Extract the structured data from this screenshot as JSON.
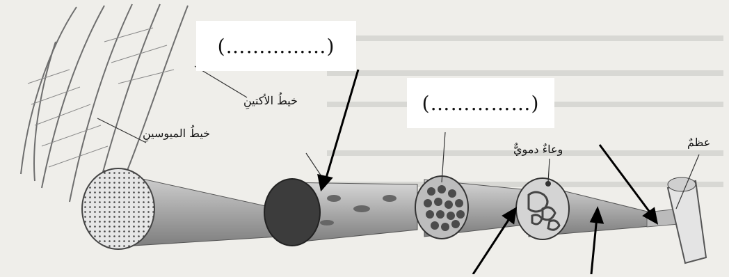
{
  "labels": {
    "actin": "خيطُ الأكتينِ",
    "myosin": "خيطُ الميوسينِ",
    "blood_vessel": "وعاءٌ دمويٌّ",
    "bone": "عظمٌ"
  },
  "blanks": {
    "top": "(……………)",
    "middle": "(……………)"
  }
}
